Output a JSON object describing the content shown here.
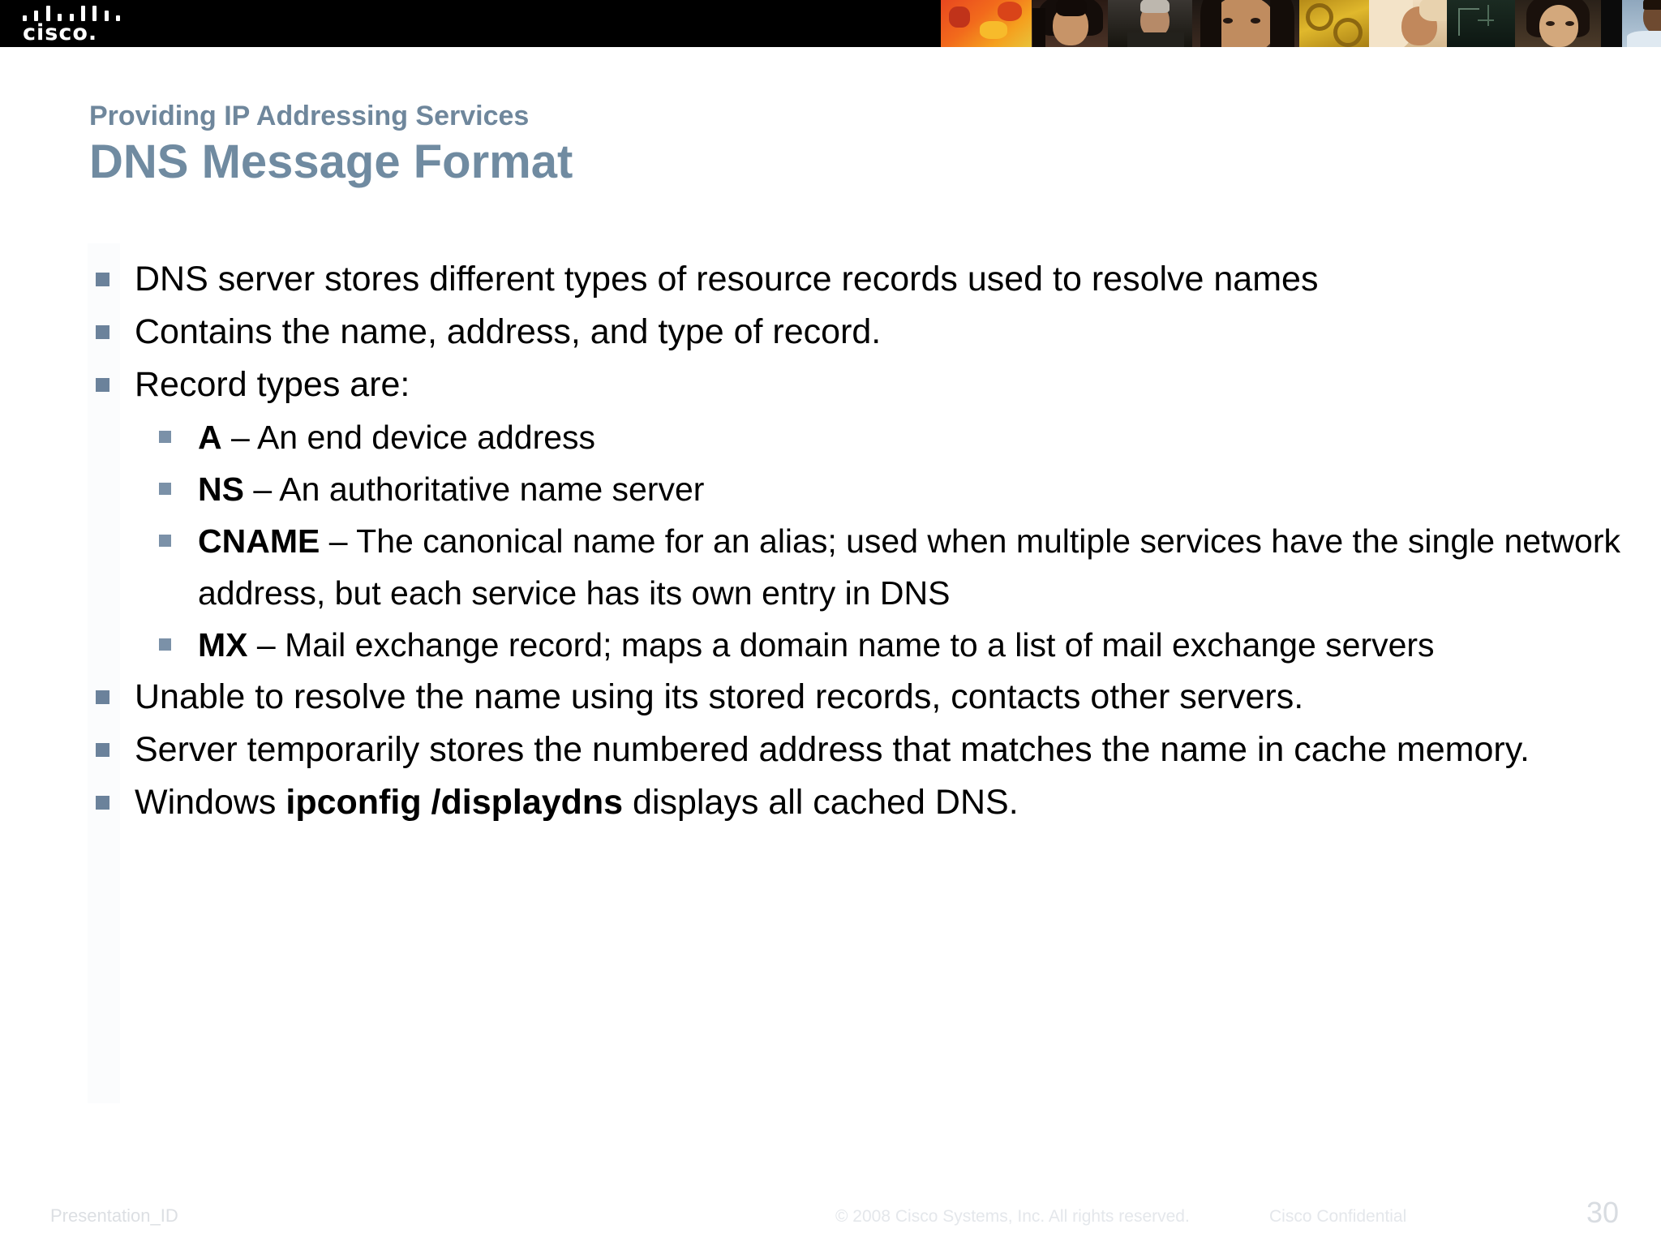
{
  "header": {
    "logo_name": "cisco",
    "logo_wordmark": "cisco.",
    "photostrip_name": "people-collage-banner"
  },
  "title": {
    "eyebrow": "Providing IP Addressing Services",
    "heading": "DNS Message Format",
    "accent_color": "#6f879c"
  },
  "body": {
    "bullet_color": "#6b829b",
    "items": [
      {
        "text": "DNS server stores different types of resource records used to resolve names"
      },
      {
        "text": "Contains the name, address, and type of record."
      },
      {
        "text": "Record types are:",
        "sub": [
          {
            "term": "A",
            "dash": " – ",
            "desc": "An end device address"
          },
          {
            "term": "NS",
            "dash": " – ",
            "desc": "An authoritative name server"
          },
          {
            "term": "CNAME",
            "dash": " – ",
            "desc": "The canonical name for an alias; used when multiple services have the single network address, but each service has its own entry in DNS"
          },
          {
            "term": "MX",
            "dash": " – ",
            "desc": "Mail exchange record; maps a domain name to a list of mail exchange servers"
          }
        ]
      },
      {
        "text": "Unable to resolve the name using its stored records, contacts other servers."
      },
      {
        "text": "Server temporarily stores the numbered address that matches the name in cache memory."
      },
      {
        "prefix": "Windows ",
        "command": "ipconfig /displaydns",
        "suffix": " displays all cached DNS."
      }
    ]
  },
  "footer": {
    "presentation_id": "Presentation_ID",
    "copyright": "© 2008 Cisco Systems, Inc. All rights reserved.",
    "confidential": "Cisco Confidential",
    "page_number": "30"
  }
}
